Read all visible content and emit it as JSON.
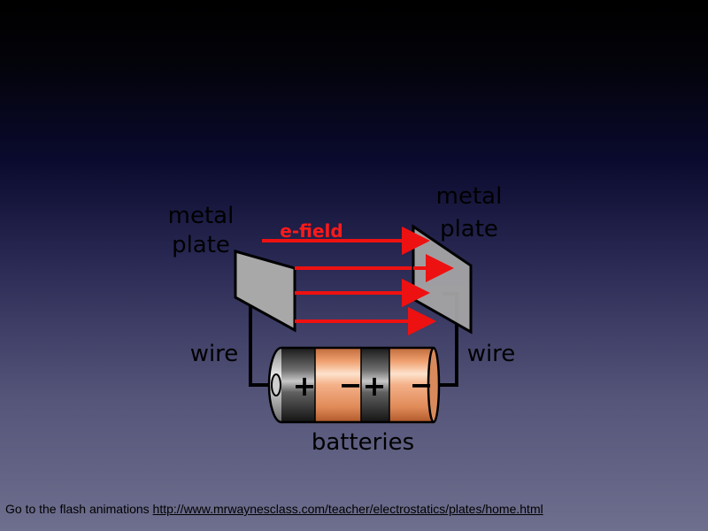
{
  "diagram": {
    "left_plate_label": [
      "metal",
      "plate"
    ],
    "right_plate_label": [
      "metal",
      "plate"
    ],
    "field_label": "e-field",
    "left_wire_label": "wire",
    "right_wire_label": "wire",
    "batteries_label": "batteries",
    "battery1_plus": "+",
    "battery1_minus": "−",
    "battery2_plus": "+",
    "battery2_minus": "−",
    "colors": {
      "field": "#ee1111",
      "plate": "#a8a8a8",
      "battery_body": "#f0a070",
      "battery_cap": "#3a3a3a"
    }
  },
  "footer": {
    "prefix": "Go to the flash animations ",
    "link_text": "http://www.mrwaynesclass.com/teacher/electrostatics/plates/home.html"
  }
}
